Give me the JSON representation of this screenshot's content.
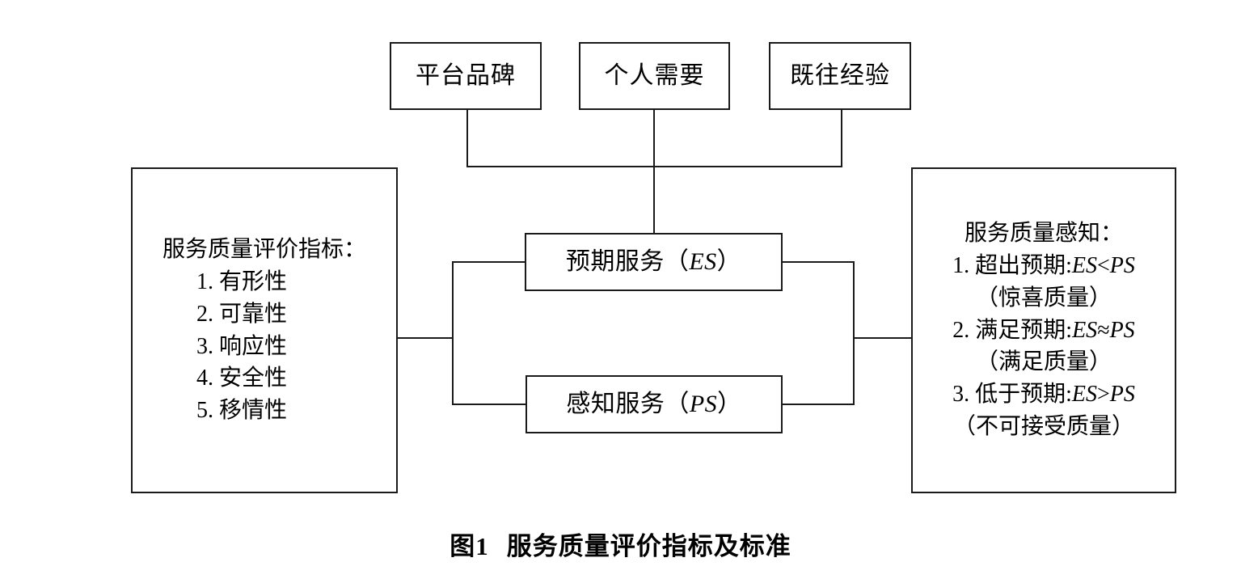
{
  "figure": {
    "caption_number": "图1",
    "caption_title": "服务质量评价指标及标准"
  },
  "top_boxes": [
    {
      "label": "平台品碑"
    },
    {
      "label": "个人需要"
    },
    {
      "label": "既往经验"
    }
  ],
  "mid_boxes": [
    {
      "label_cn": "预期服务（",
      "label_var": "ES",
      "label_close": "）",
      "label": "预期服务（ES）"
    },
    {
      "label_cn": "感知服务（",
      "label_var": "PS",
      "label_close": "）",
      "label": "感知服务（PS）"
    }
  ],
  "left_panel": {
    "title": "服务质量评价指标：",
    "items": [
      "1. 有形性",
      "2. 可靠性",
      "3. 响应性",
      "4. 安全性",
      "5. 移情性"
    ]
  },
  "right_panel": {
    "title": "服务质量感知：",
    "items": [
      {
        "index": "1.",
        "text": "超出预期:",
        "formula_a": "ES",
        "operator": "<",
        "formula_b": "PS",
        "note": "（惊喜质量）"
      },
      {
        "index": "2.",
        "text": "满足预期:",
        "formula_a": "ES",
        "operator": "≈",
        "formula_b": "PS",
        "note": "（满足质量）"
      },
      {
        "index": "3.",
        "text": "低于预期:",
        "formula_a": "ES",
        "operator": ">",
        "formula_b": "PS",
        "note": "（不可接受质量）"
      }
    ]
  },
  "colors": {
    "line": "#1a1a1a",
    "background": "#ffffff",
    "text": "#000000"
  }
}
